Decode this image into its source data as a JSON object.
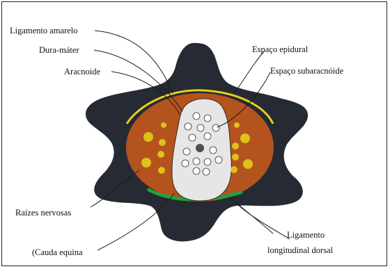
{
  "labels": {
    "ligamento_amarelo": "Ligamento amarelo",
    "dura_mater": "Dura-máter",
    "aracnoide": "Aracnoide",
    "espaco_epidural": "Espaço epidural",
    "espaco_subaracnoide": "Espaço subaracnóide",
    "raizes_nervosas": "Raízes nervosas",
    "cauda_equina": "(Cauda equina",
    "ligamento_longitudinal_line1": "Ligamento",
    "ligamento_longitudinal_line2": "longitudinal dorsal"
  },
  "colors": {
    "vertebra": "#252a33",
    "epidural_fat": "#b5531e",
    "dural_sac": "#e6e6e6",
    "ligamentum_flavum": "#e4d21c",
    "posterior_longitudinal_ligament": "#23a040",
    "nerve_roots_yellow": "#dcc219",
    "cauda_equina_roots": "#ffffff",
    "spinal_cord_center": "#505050"
  }
}
